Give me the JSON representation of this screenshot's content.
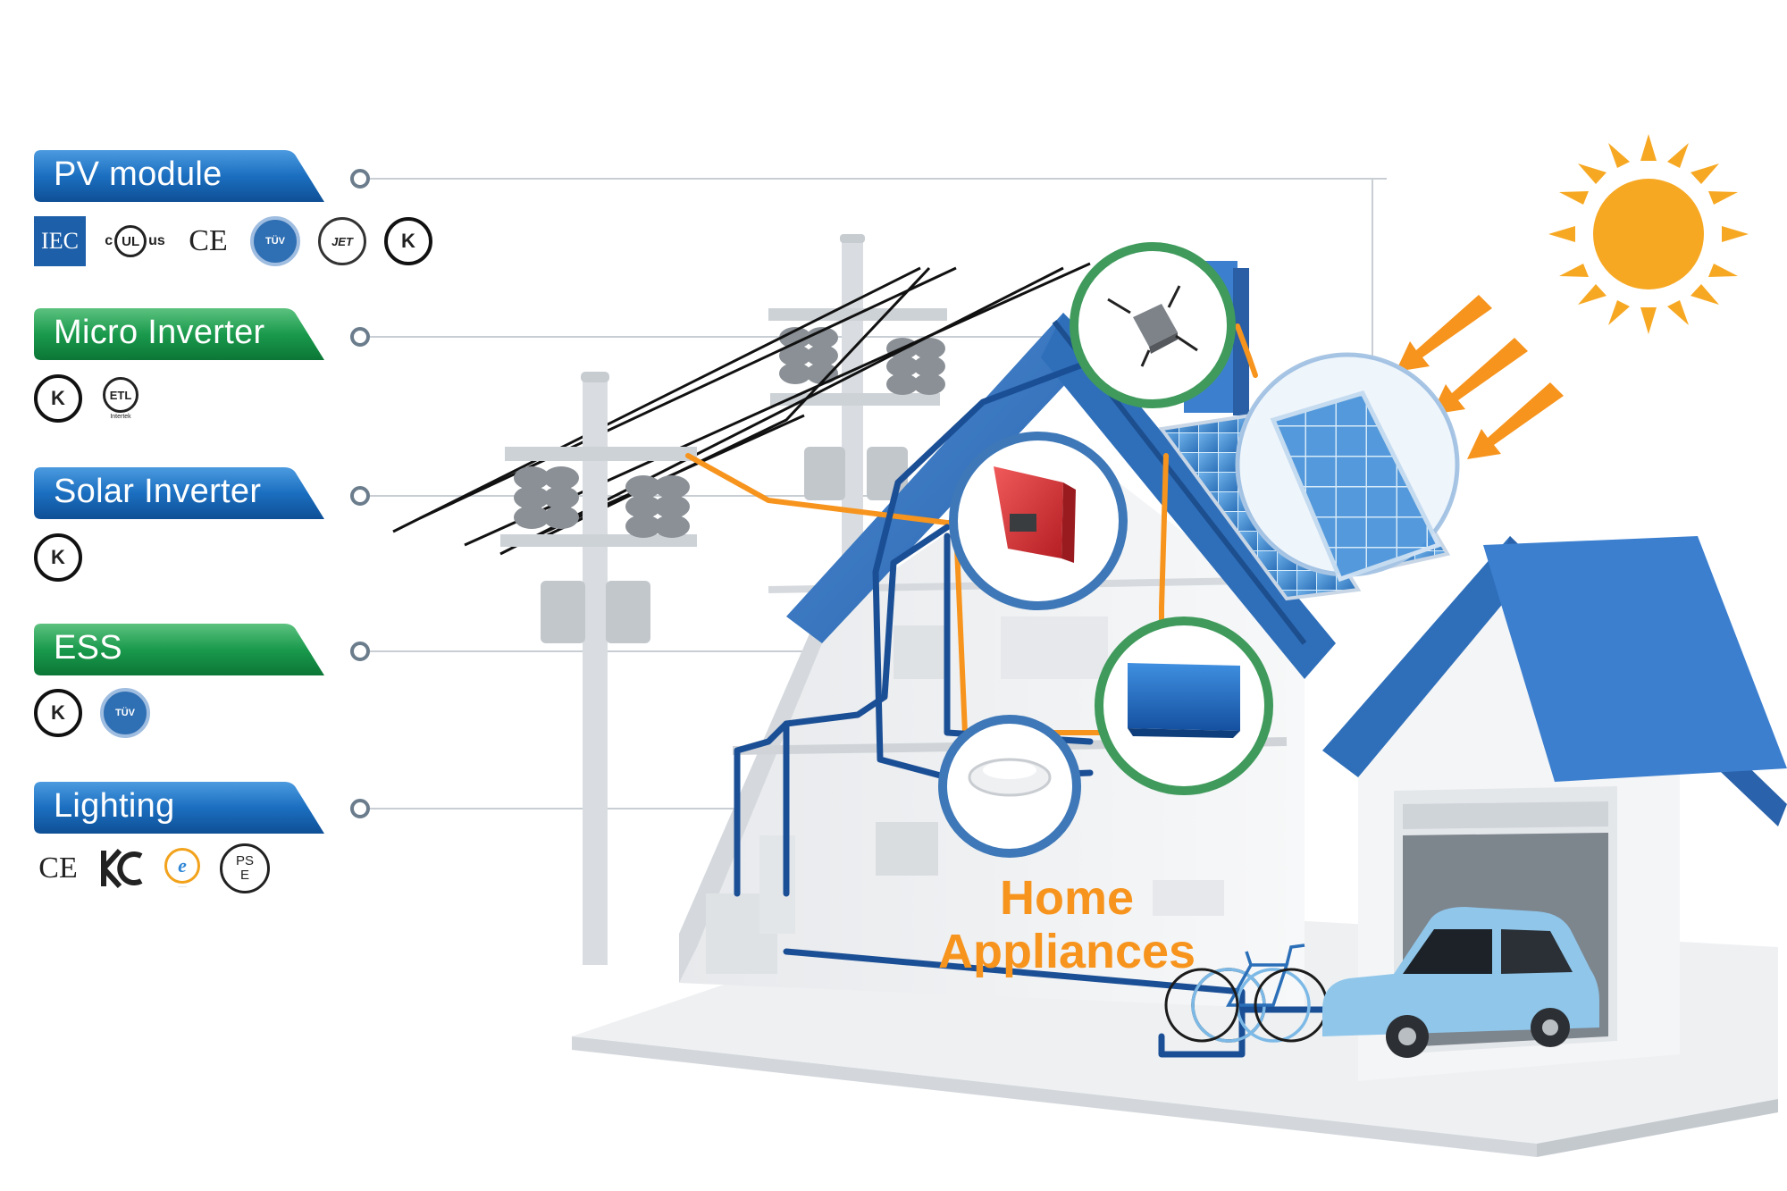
{
  "categories": [
    {
      "label": "PV module",
      "tab_color": "#1666b5",
      "certs": [
        "IEC",
        "UL",
        "CE",
        "TUV",
        "JET",
        "K"
      ]
    },
    {
      "label": "Micro Inverter",
      "tab_color": "#14934a",
      "certs": [
        "K",
        "ETL"
      ]
    },
    {
      "label": "Solar Inverter",
      "tab_color": "#1666b5",
      "certs": [
        "K"
      ]
    },
    {
      "label": "ESS",
      "tab_color": "#14934a",
      "certs": [
        "K",
        "TUV"
      ]
    },
    {
      "label": "Lighting",
      "tab_color": "#1666b5",
      "certs": [
        "CE",
        "KC",
        "e",
        "PSE"
      ]
    }
  ],
  "cert_text": {
    "iec": "IEC",
    "ul_c": "c",
    "ul_mark": "UL",
    "ul_us": "us",
    "ce": "CE",
    "tuv": "TÜV",
    "jet": "JET",
    "k": "K",
    "etl": "ETL",
    "etl_sub": "Intertek",
    "e": "e",
    "pse_top": "PS",
    "pse_bottom": "E"
  },
  "home_appliances": {
    "line1": "Home",
    "line2": "Appliances"
  },
  "colors": {
    "roof_blue": "#2f6fba",
    "wire_orange": "#f7941d",
    "wire_blue": "#1b4f95",
    "ring_green": "#3f9a5c",
    "ring_blue": "#3e78b8",
    "sun": "#f7a823",
    "car": "#8fc6ea",
    "inverter_red": "#d93a3a",
    "ess_blue": "#1f6cc4"
  }
}
